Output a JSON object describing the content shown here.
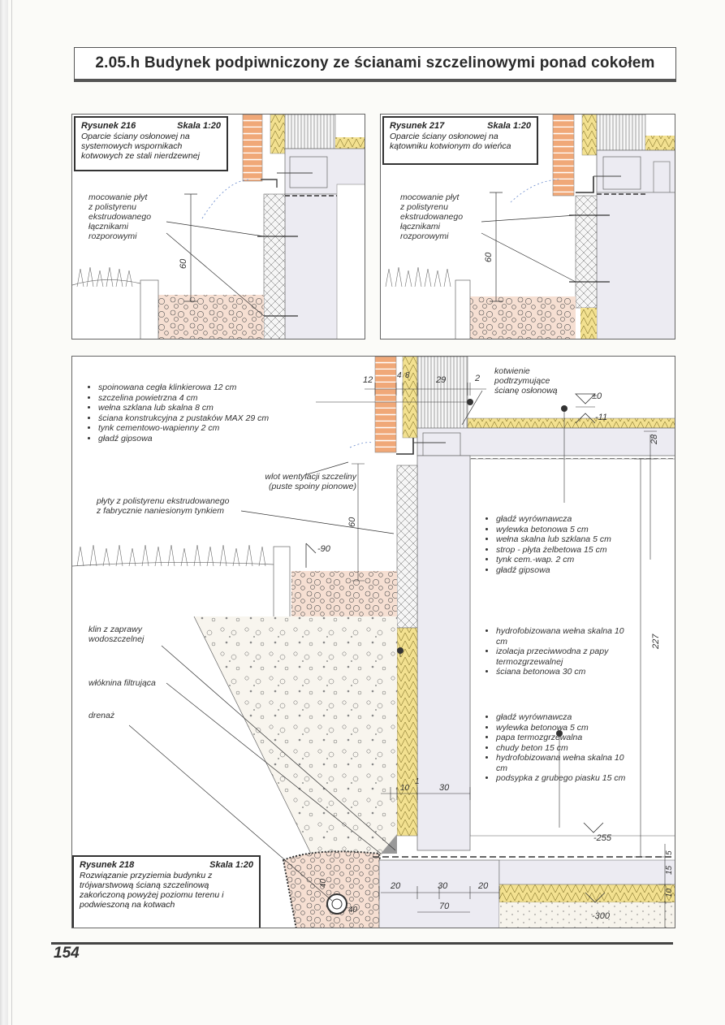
{
  "page": {
    "title": "2.05.h Budynek podpiwniczony ze ścianami szczelinowymi ponad cokołem",
    "page_number": "154"
  },
  "fig216": {
    "label": "Rysunek 216",
    "scale": "Skala 1:20",
    "desc": "Oparcie ściany osłonowej na systemowych wspornikach kotwowych ze stali nierdzewnej",
    "note": "mocowanie płyt\nz polistyrenu\nekstrudowanego\nłącznikami\nrozporowymi",
    "dim": "60"
  },
  "fig217": {
    "label": "Rysunek 217",
    "scale": "Skala 1:20",
    "desc": "Oparcie ściany osłonowej na kątowniku kotwionym do wieńca",
    "note": "mocowanie płyt\nz polistyrenu\nekstrudowanego\nłącznikami\nrozporowymi",
    "dim": "60"
  },
  "fig218": {
    "label": "Rysunek 218",
    "scale": "Skala 1:20",
    "desc": "Rozwiązanie przyziemia budynku z trójwarstwową ścianą szczelinową zakończoną powyżej poziomu terenu i podwieszoną na kotwach",
    "wall_layers": [
      "spoinowana cegła klinkierowa 12 cm",
      "szczelina powietrzna 4 cm",
      "wełna szklana lub skalna 8 cm",
      "ściana konstrukcyjna z pustaków MAX 29 cm",
      "tynk cementowo-wapienny 2 cm",
      "gładź gipsowa"
    ],
    "anchor_note": "kotwienie\npodtrzymujące\nścianę osłonową",
    "vent_note": "wlot wentylacji szczeliny\n(puste spoiny pionowe)",
    "xps_note": "płyty z polistyrenu ekstrudowanego\nz fabrycznie naniesionym tynkiem",
    "floor_layers": [
      "gładź wyrównawcza",
      "wylewka betonowa  5 cm",
      "wełna skalna lub szklana  5 cm",
      "strop - płyta żelbetowa 15 cm",
      "tynk cem.-wap.  2 cm",
      "gładź gipsowa"
    ],
    "basement_wall_layers": [
      "hydrofobizowana wełna skalna  10 cm",
      "izolacja przeciwwodna z papy termozgrzewalnej",
      "ściana betonowa 30 cm"
    ],
    "basement_floor_layers": [
      "gładź wyrównawcza",
      "wylewka betonowa  5 cm",
      "papa termozgrzewalna",
      "chudy beton 15 cm",
      "hydrofobizowana wełna skalna  10 cm",
      "podsypka z grubego piasku 15 cm"
    ],
    "wedge_note": "klin z zaprawy\nwodoszczelnej",
    "filter_note": "włóknina filtrująca",
    "drain_note": "drenaż",
    "dims": {
      "d12": "12",
      "d4": "4",
      "d8": "8",
      "d29": "29",
      "d2": "2",
      "lvl0": "±0",
      "lvl_m11": "-11",
      "d28": "28",
      "d60": "60",
      "lvl_m90": "-90",
      "d227": "227",
      "d10": "10",
      "d1": "1",
      "d30": "30",
      "lvl_m255": "-255",
      "d5": "5",
      "d15": "15",
      "d10b": "10",
      "d20a": "20",
      "d30b": "30",
      "d20b": "20",
      "d70": "70",
      "d40a": "40",
      "d40b": "40",
      "lvl_m300": "-300"
    }
  },
  "colors": {
    "brick": "#f0a878",
    "insulation": "#f3e190",
    "concrete": "#ecebf2",
    "soil": "#f6dfd2",
    "ink": "#333333"
  }
}
